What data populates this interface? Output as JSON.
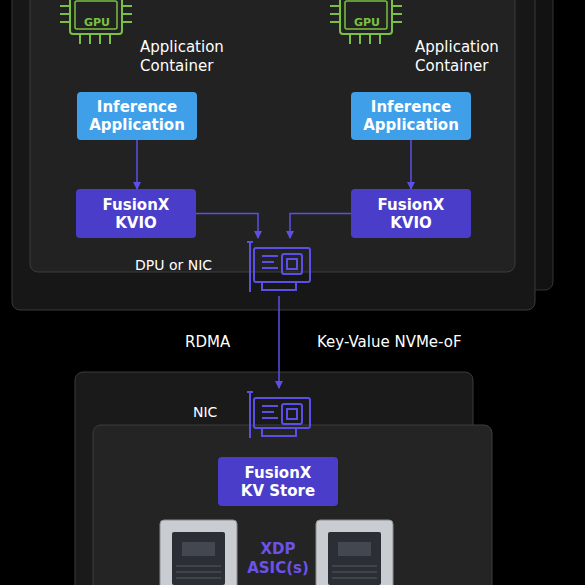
{
  "diagram": {
    "nodes": [
      {
        "text": [
          "Inference Application"
        ]
      },
      {
        "text": [
          "FusionX KVIO"
        ]
      },
      {
        "text": [
          "Inference Application"
        ]
      },
      {
        "text": [
          "FusionX KVIO"
        ]
      },
      {
        "text": [
          "DPU or NIC"
        ]
      },
      {
        "text": [
          "NIC"
        ]
      },
      {
        "text": [
          "FusionX KV Store"
        ]
      }
    ],
    "edges": [
      {
        "from": 0,
        "to": 1,
        "arrow": "to"
      },
      {
        "from": 2,
        "to": 3,
        "arrow": "to"
      },
      {
        "from": 1,
        "to": 4,
        "arrow": "to"
      },
      {
        "from": 3,
        "to": 4,
        "arrow": "to"
      },
      {
        "from": 4,
        "to": 5,
        "label": "RDMA",
        "arrow": "to"
      }
    ],
    "labels": [
      "GPU",
      "Application Container",
      "GPU",
      "Application Container",
      "Key-Value NVMe-oF",
      "XDP ASIC(s)"
    ]
  }
}
